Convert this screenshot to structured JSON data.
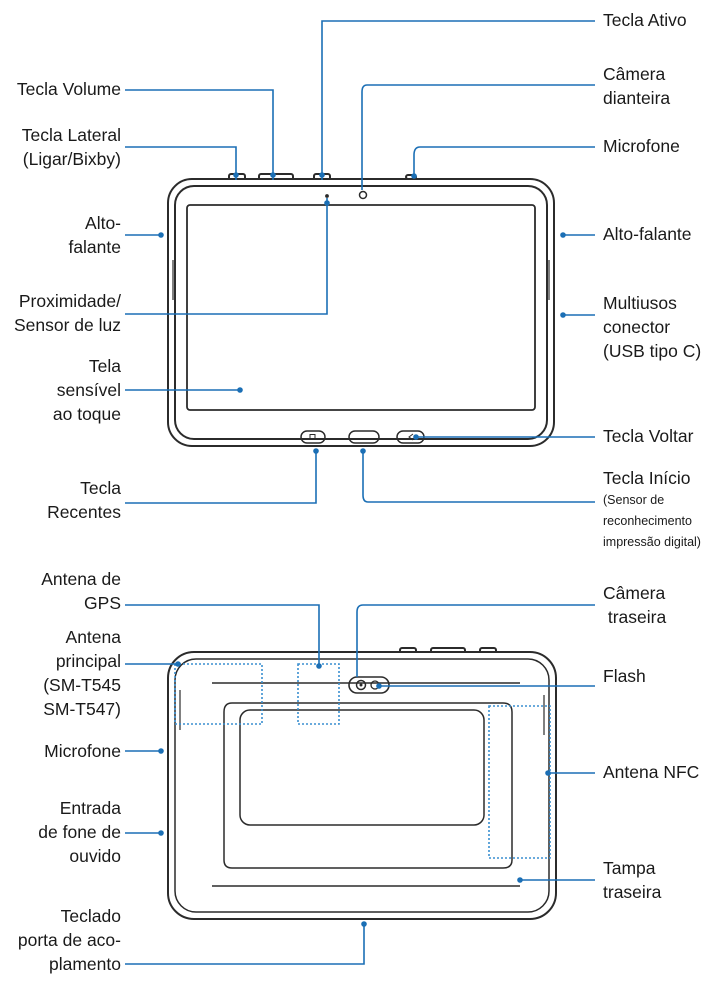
{
  "colors": {
    "leader": "#1b6fb5",
    "device": "#2b2b2b",
    "antenna": "#3a8fd0",
    "text": "#1a1a1a"
  },
  "front": {
    "tecla_volume": "Tecla Volume",
    "tecla_lateral": [
      "Tecla Lateral",
      "(Ligar/Bixby)"
    ],
    "alto_falante_left": [
      "Alto-",
      "falante"
    ],
    "proximidade": [
      "Proximidade/",
      "Sensor de luz"
    ],
    "tela": [
      "Tela",
      "sensível",
      "ao toque"
    ],
    "tecla_recentes": [
      "Tecla",
      "Recentes"
    ],
    "tecla_ativo": "Tecla Ativo",
    "camera_dianteira": [
      "Câmera",
      "dianteira"
    ],
    "microfone": "Microfone",
    "alto_falante_right": "Alto-falante",
    "multiusos": [
      "Multiusos",
      "conector",
      "(USB tipo C)"
    ],
    "tecla_voltar": "Tecla Voltar",
    "tecla_inicio": "Tecla Início",
    "tecla_inicio_sub": [
      "(Sensor de",
      "reconhecimento",
      "impressão digital)"
    ]
  },
  "back": {
    "antena_gps": [
      "Antena de",
      "GPS"
    ],
    "antena_principal": [
      "Antena",
      "principal",
      "(SM-T545",
      "SM-T547)"
    ],
    "microfone": "Microfone",
    "entrada_fone": [
      "Entrada",
      "de fone de",
      "ouvido"
    ],
    "teclado": [
      "Teclado",
      "porta de aco-",
      "plamento"
    ],
    "camera_traseira": [
      "Câmera",
      " traseira"
    ],
    "flash": "Flash",
    "antena_nfc": "Antena NFC",
    "tampa": [
      "Tampa",
      "traseira"
    ]
  }
}
